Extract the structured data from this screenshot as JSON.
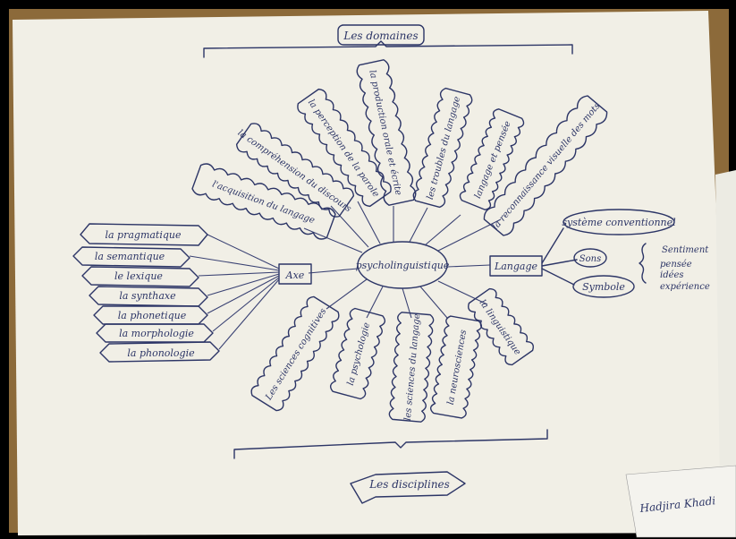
{
  "top_label": "Les domaines",
  "center": "psycholinguistique",
  "left_hub": "Axe",
  "right_hub": "Langage",
  "left_items": [
    "la pragmatique",
    "la semantique",
    "le lexique",
    "la synthaxe",
    "la phonetique",
    "la morphologie",
    "la phonologie"
  ],
  "top_clouds": [
    "l'acquisition du langage",
    "la compréhension du discours",
    "la perception de la parole",
    "la production orale et écrite",
    "les troubles du langage",
    "langage et pensée",
    "la reconnaissance visuelle des mots"
  ],
  "bottom_clouds": [
    "Les sciences cognitives",
    "la psychologie",
    "les sciences du langage",
    "la neurosciences",
    "la linguistique"
  ],
  "right_items": [
    "système conventionnel",
    "Sons",
    "Symbole"
  ],
  "right_notes": [
    "Sentiment",
    "pensée",
    "idées",
    "expérience"
  ],
  "bottom_label": "Les disciplines",
  "corner_note": "Hadjira Khadi",
  "ink_color": "#2c3566",
  "paper_color": "#f1efe6"
}
